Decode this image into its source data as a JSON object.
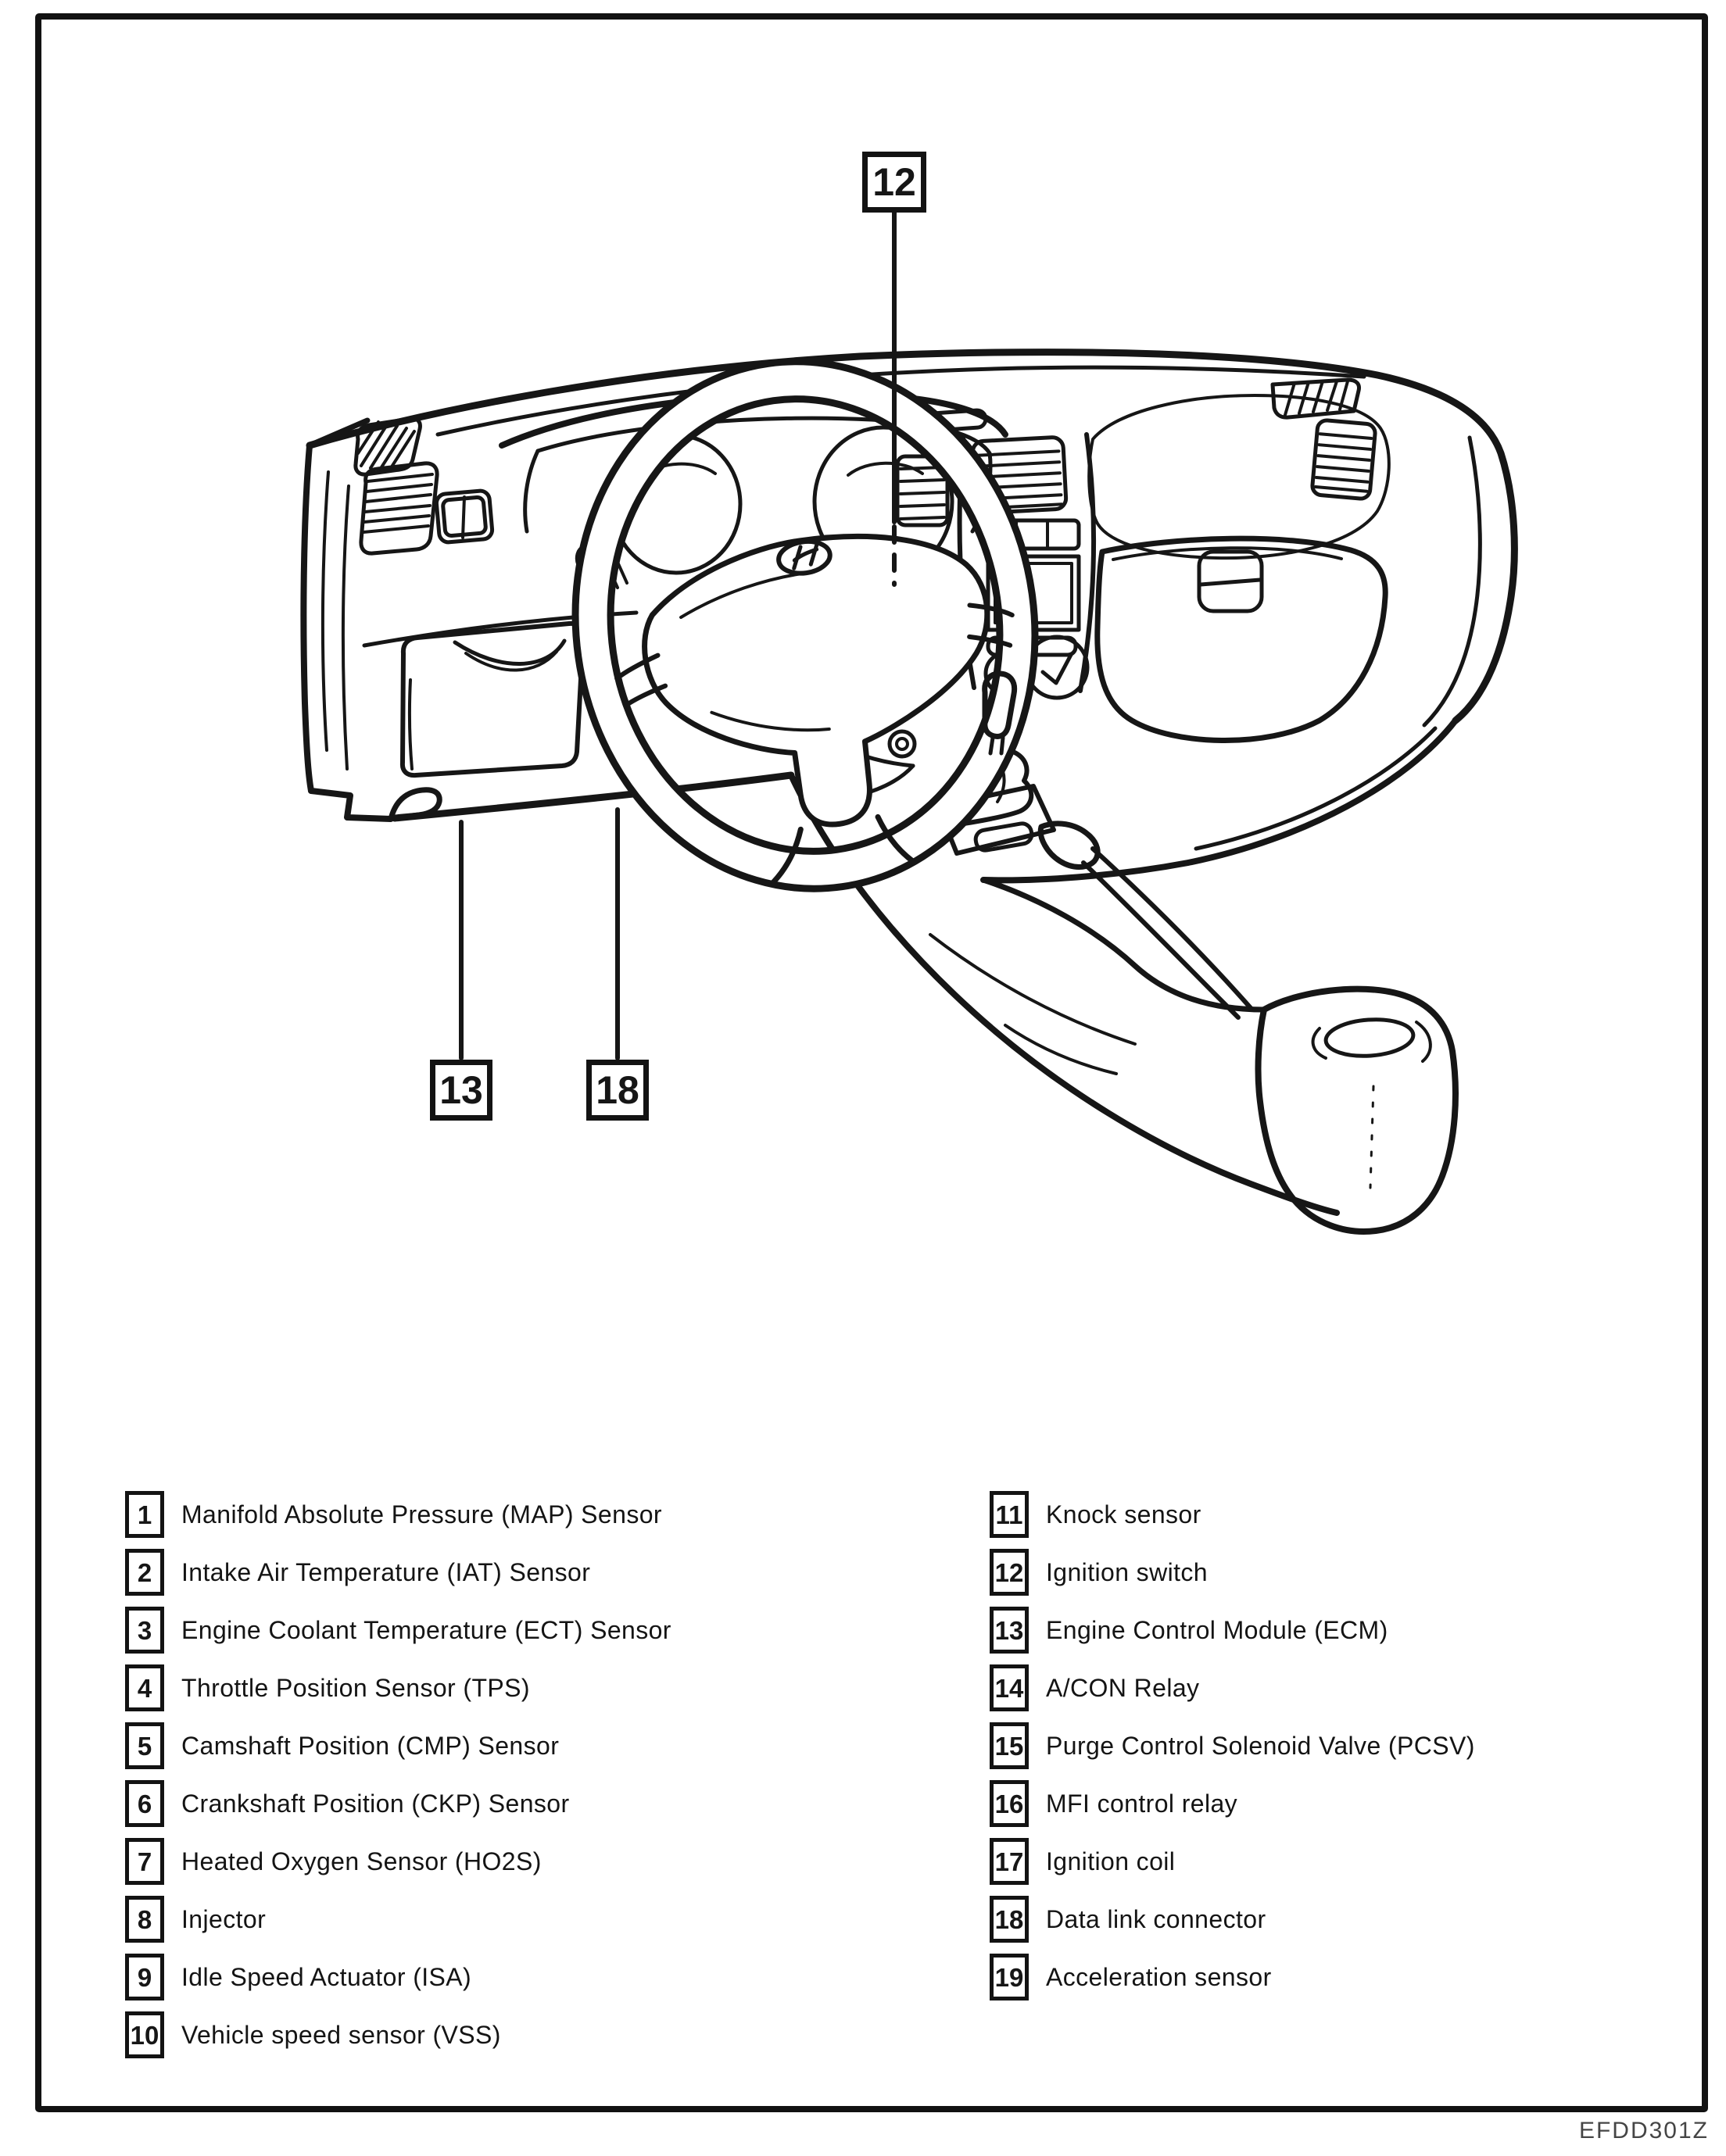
{
  "page": {
    "background": "#ffffff",
    "ink": "#161616",
    "figure_code": "EFDD301Z"
  },
  "callouts": [
    {
      "label": "12"
    },
    {
      "label": "13"
    },
    {
      "label": "18"
    }
  ],
  "legend": {
    "left": [
      {
        "num": "1",
        "label": "Manifold Absolute Pressure (MAP) Sensor"
      },
      {
        "num": "2",
        "label": "Intake Air Temperature (IAT) Sensor"
      },
      {
        "num": "3",
        "label": "Engine Coolant Temperature (ECT) Sensor"
      },
      {
        "num": "4",
        "label": "Throttle Position Sensor (TPS)"
      },
      {
        "num": "5",
        "label": "Camshaft Position (CMP) Sensor"
      },
      {
        "num": "6",
        "label": "Crankshaft Position (CKP) Sensor"
      },
      {
        "num": "7",
        "label": "Heated Oxygen Sensor (HO2S)"
      },
      {
        "num": "8",
        "label": "Injector"
      },
      {
        "num": "9",
        "label": "Idle Speed Actuator (ISA)"
      },
      {
        "num": "10",
        "label": "Vehicle speed sensor (VSS)"
      }
    ],
    "right": [
      {
        "num": "11",
        "label": "Knock sensor"
      },
      {
        "num": "12",
        "label": "Ignition switch"
      },
      {
        "num": "13",
        "label": "Engine Control Module (ECM)"
      },
      {
        "num": "14",
        "label": "A/CON Relay"
      },
      {
        "num": "15",
        "label": "Purge Control Solenoid Valve (PCSV)"
      },
      {
        "num": "16",
        "label": "MFI control relay"
      },
      {
        "num": "17",
        "label": "Ignition coil"
      },
      {
        "num": "18",
        "label": "Data link connector"
      },
      {
        "num": "19",
        "label": "Acceleration sensor"
      }
    ]
  }
}
